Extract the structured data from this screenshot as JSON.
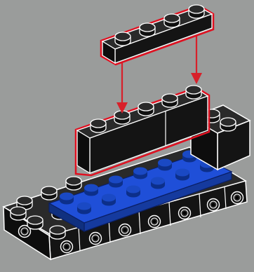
{
  "scene": {
    "background": "#9a9c9b",
    "step_description_shown": false,
    "colors": {
      "black_brick": "#1c1c1c",
      "black_brick_side": "#101010",
      "black_brick_top": "#2a2a2a",
      "outline": "#ffffff",
      "blue_plate": "#1f4fd8",
      "blue_plate_side": "#153a9e",
      "blue_stud": "#1240b8",
      "highlight": "#e01020",
      "arrow": "#d8202a"
    },
    "parts": [
      {
        "name": "top-plate-1x4",
        "color": "black",
        "studs": 4,
        "highlighted": true
      },
      {
        "name": "brick-1x6-back",
        "color": "black",
        "studs": 5,
        "highlighted": true
      },
      {
        "name": "brick-corner-right",
        "color": "black",
        "studs": 2,
        "highlighted": false
      },
      {
        "name": "plate-blue-2x6",
        "color": "blue",
        "studs": 12,
        "highlighted": false
      },
      {
        "name": "technic-base-left",
        "color": "black",
        "studs": 4,
        "highlighted": false
      },
      {
        "name": "technic-base-front",
        "color": "black",
        "studs": 0,
        "highlighted": false
      }
    ],
    "arrows": 2
  }
}
